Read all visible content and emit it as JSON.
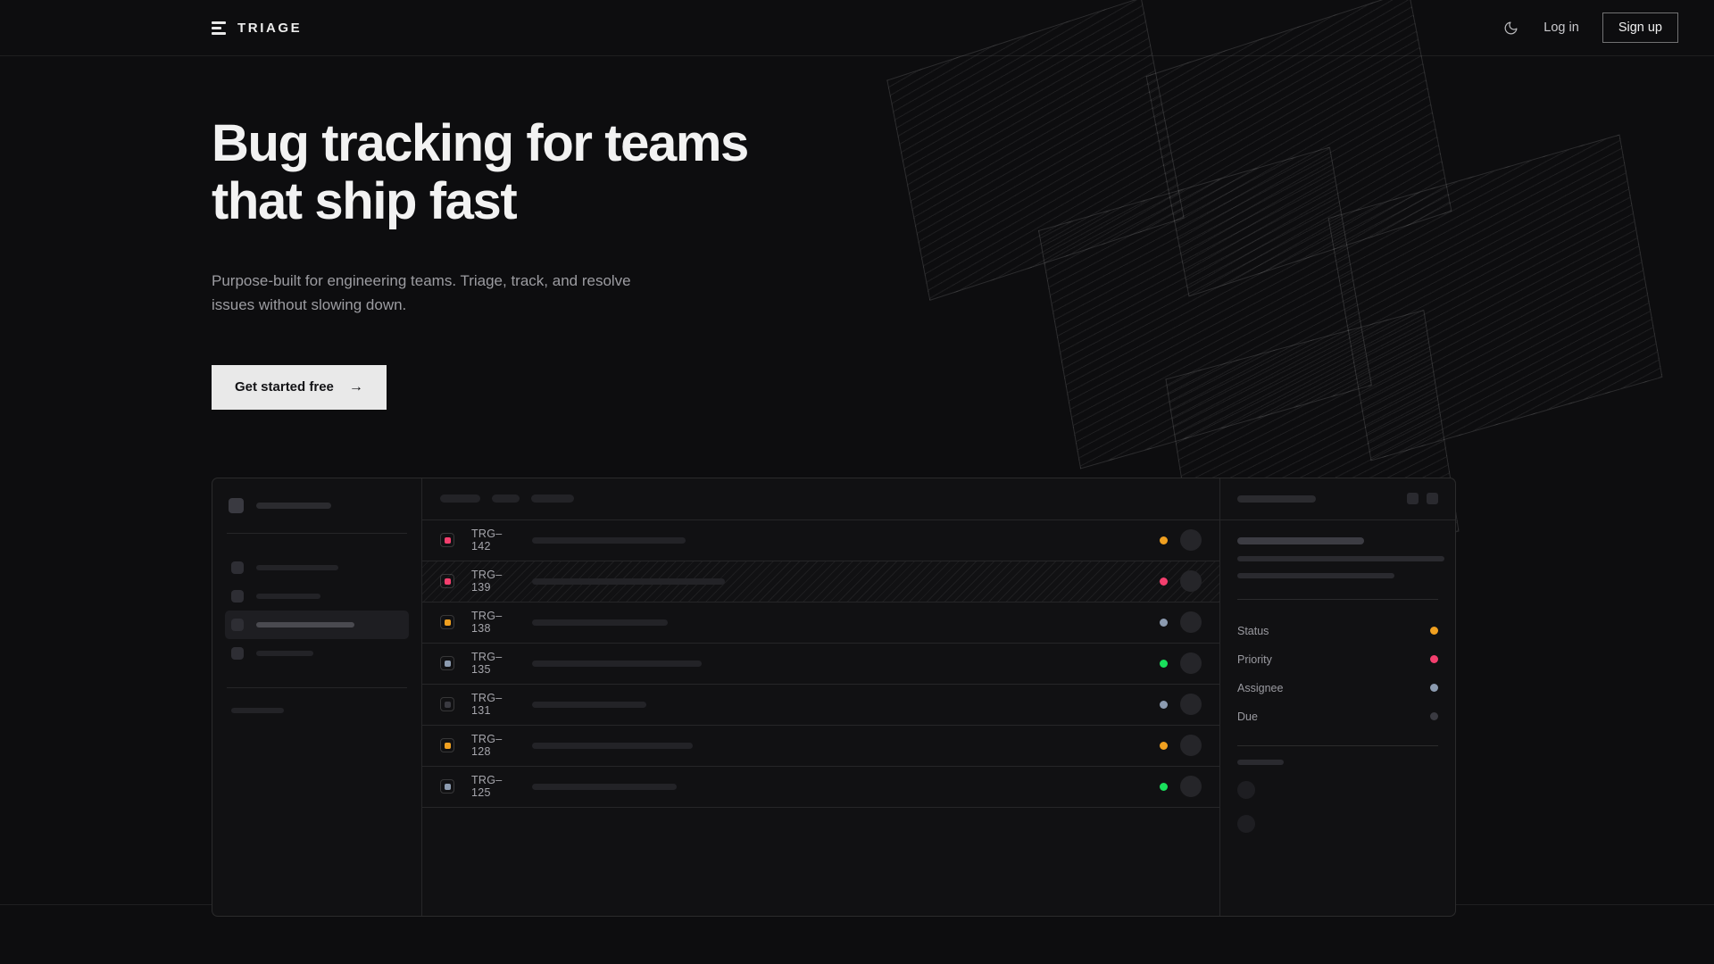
{
  "brand": {
    "name": "TRIAGE",
    "logo_icon": "stacked-bars-icon"
  },
  "nav": {
    "theme_toggle_icon": "moon-icon",
    "login_label": "Log in",
    "signup_label": "Sign up"
  },
  "hero": {
    "heading_line1": "Bug tracking for teams",
    "heading_line2": "that ship fast",
    "subtext": "Purpose-built for engineering teams. Triage, track, and resolve issues without slowing down.",
    "cta_label": "Get started free",
    "cta_arrow": "→"
  },
  "colors": {
    "page_bg": "#0d0d0f",
    "panel_bg": "#111113",
    "accent_cta": "#e9e9e9",
    "status_orange": "#f0a020",
    "status_pink": "#f43f6e",
    "status_green": "#19e05c",
    "status_blue_gray": "#8c9bb0",
    "status_muted": "#3a3a41"
  },
  "mockup": {
    "sidebar": {
      "nav_items": [
        {
          "name": "nav-item-1",
          "width": 92,
          "active": false
        },
        {
          "name": "nav-item-2",
          "width": 72,
          "active": false
        },
        {
          "name": "nav-item-3",
          "width": 110,
          "active": true
        },
        {
          "name": "nav-item-4",
          "width": 64,
          "active": false
        }
      ],
      "mini_items": 3
    },
    "list_header": {
      "filters": [
        {
          "width": 45
        },
        {
          "width": 31
        },
        {
          "width": 48
        }
      ]
    },
    "rows": [
      {
        "id": "TRG–142",
        "priority_color": "#f43f6e",
        "status_color": "#f0a020",
        "title_width": 172,
        "selected": false
      },
      {
        "id": "TRG–139",
        "priority_color": "#f43f6e",
        "status_color": "#f43f6e",
        "title_width": 216,
        "selected": true
      },
      {
        "id": "TRG–138",
        "priority_color": "#f0a020",
        "status_color": "#8c9bb0",
        "title_width": 152,
        "selected": false
      },
      {
        "id": "TRG–135",
        "priority_color": "#8c9bb0",
        "status_color": "#19e05c",
        "title_width": 190,
        "selected": false
      },
      {
        "id": "TRG–131",
        "priority_color": "#3a3a41",
        "status_color": "#8c9bb0",
        "title_width": 128,
        "selected": false
      },
      {
        "id": "TRG–128",
        "priority_color": "#f0a020",
        "status_color": "#f0a020",
        "title_width": 180,
        "selected": false
      },
      {
        "id": "TRG–125",
        "priority_color": "#8c9bb0",
        "status_color": "#19e05c",
        "title_width": 162,
        "selected": false
      }
    ],
    "detail": {
      "body_lines": [
        232,
        176
      ],
      "meta": [
        {
          "label": "Status",
          "color": "#f0a020"
        },
        {
          "label": "Priority",
          "color": "#f43f6e"
        },
        {
          "label": "Assignee",
          "color": "#8c9bb0"
        },
        {
          "label": "Due",
          "color": "#3a3a41"
        }
      ],
      "comment_avatars": 2
    }
  }
}
